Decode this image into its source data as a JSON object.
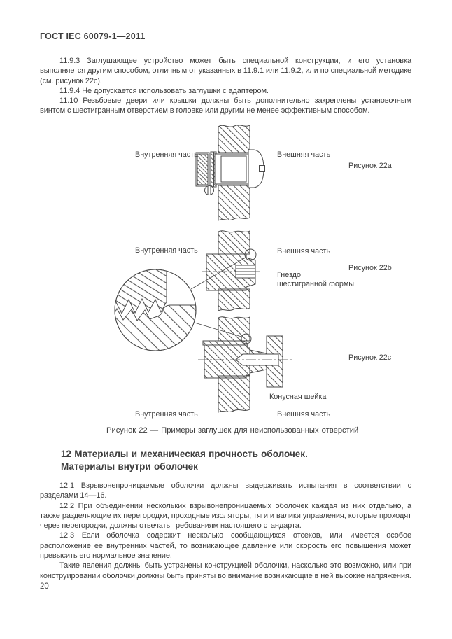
{
  "document": {
    "header": "ГОСТ IEC 60079-1—2011",
    "page_number": "20"
  },
  "intro": {
    "p1": "11.9.3 Заглушающее устройство может быть специальной конструкции, и его установка выполняется другим способом, отличным от указанных в 11.9.1 или 11.9.2, или по специальной методике (см. рисунок 22с).",
    "p2": "11.9.4 Не допускается использовать заглушки с адаптером.",
    "p3": "11.10 Резьбовые двери или крышки должны быть дополнительно закреплены установочным винтом с шестигранным отверстием в головке или другим не менее эффективным способом."
  },
  "figure22": {
    "a": {
      "label": "Рисунок 22a",
      "inner_label": "Внутренняя часть",
      "outer_label": "Внешняя часть"
    },
    "b": {
      "label": "Рисунок 22b",
      "inner_label": "Внутренняя часть",
      "outer_label": "Внешняя часть",
      "socket_label": "Гнездо\nшестигранной формы"
    },
    "c": {
      "label": "Рисунок 22c",
      "inner_label": "Внутренняя часть",
      "outer_label": "Внешняя часть",
      "neck_label": "Конусная шейка"
    },
    "caption": "Рисунок 22 — Примеры заглушек для неиспользованных отверстий"
  },
  "section12": {
    "heading_line1": "12 Материалы и механическая прочность оболочек.",
    "heading_line2": "Материалы внутри оболочек",
    "p1": "12.1 Взрывонепроницаемые оболочки должны выдерживать испытания в соответствии с разделами 14—16.",
    "p2": "12.2 При объединении нескольких взрывонепроницаемых оболочек каждая из них отдельно, а также разделяющие их перегородки, проходные изоляторы, тяги и валики управления, которые проходят через перегородки, должны отвечать требованиям настоящего стандарта.",
    "p3": "12.3 Если оболочка содержит несколько сообщающихся отсеков, или имеется особое расположение ее внутренних частей, то возникающее давление или скорость его повышения может превысить его нормальное значение.",
    "p4": "Такие явления должны быть устранены конструкцией оболочки, насколько это возможно, или при конструировании оболочки должны быть приняты во внимание возникающие в ней высокие напряжения."
  },
  "colors": {
    "text": "#3d3d3d",
    "line": "#4a4a4a",
    "background": "#ffffff"
  }
}
